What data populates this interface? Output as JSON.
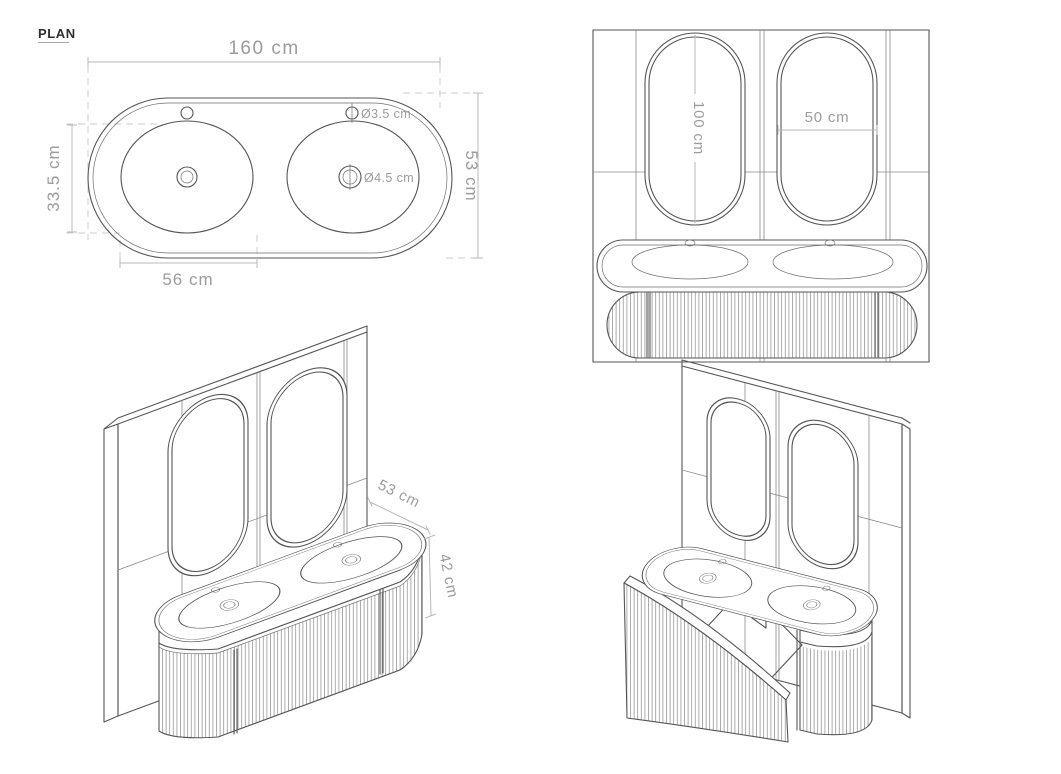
{
  "title": {
    "label": "PLAN"
  },
  "colors": {
    "background": "#ffffff",
    "object_line": "#555555",
    "grout_line": "#8a8a8a",
    "dimension_line": "#b8b8b8",
    "dimension_text": "#9c9c9c",
    "title_text": "#2f2f2f"
  },
  "plan": {
    "dim_width": {
      "label": "160 cm"
    },
    "dim_depth": {
      "label": "53 cm"
    },
    "dim_basin_depth": {
      "label": "33.5 cm"
    },
    "dim_basin_width": {
      "label": "56 cm"
    },
    "faucet_hole": {
      "label": "Ø3.5 cm"
    },
    "drain": {
      "label": "Ø4.5 cm"
    }
  },
  "elevation": {
    "mirror_height": {
      "label": "100 cm"
    },
    "mirror_width": {
      "label": "50 cm"
    }
  },
  "iso": {
    "depth": {
      "label": "53 cm"
    },
    "height": {
      "label": "42 cm"
    }
  }
}
